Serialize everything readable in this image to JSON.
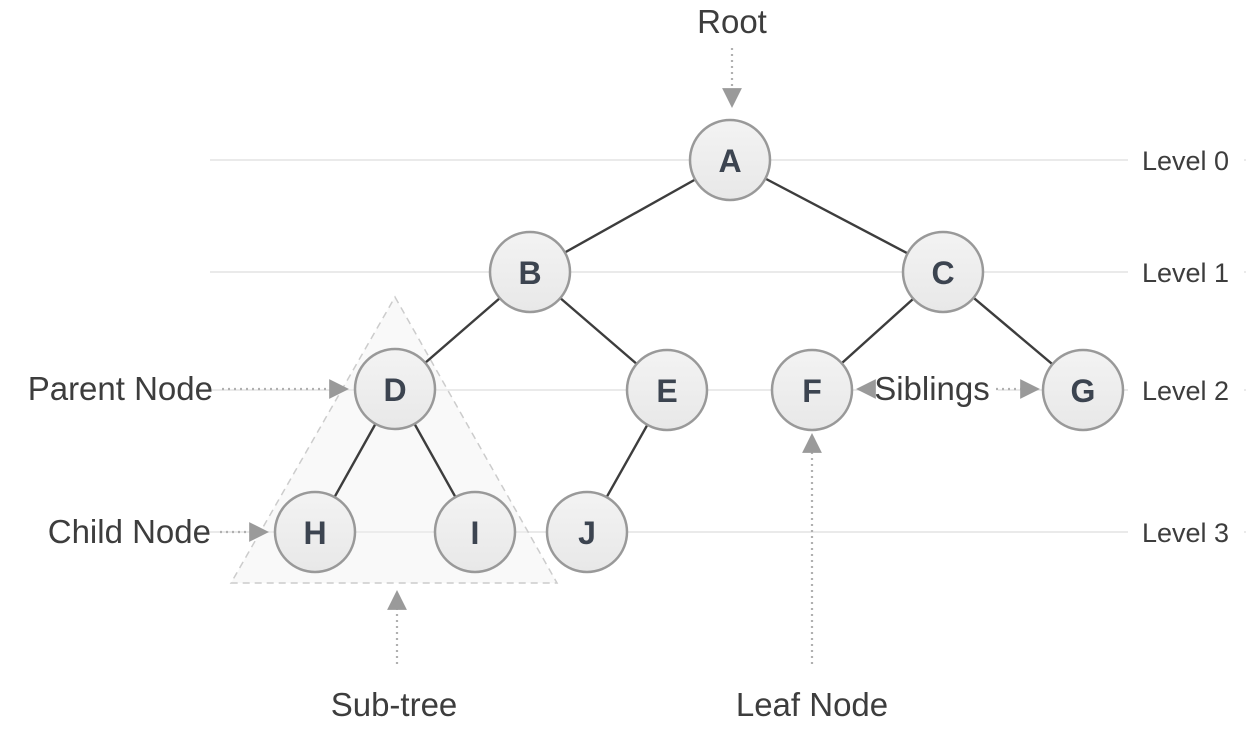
{
  "tree": {
    "nodes": [
      {
        "label": "A",
        "level": 0
      },
      {
        "label": "B",
        "level": 1
      },
      {
        "label": "C",
        "level": 1
      },
      {
        "label": "D",
        "level": 2
      },
      {
        "label": "E",
        "level": 2
      },
      {
        "label": "F",
        "level": 2
      },
      {
        "label": "G",
        "level": 2
      },
      {
        "label": "H",
        "level": 3
      },
      {
        "label": "I",
        "level": 3
      },
      {
        "label": "J",
        "level": 3
      }
    ],
    "edges": [
      [
        "A",
        "B"
      ],
      [
        "A",
        "C"
      ],
      [
        "B",
        "D"
      ],
      [
        "B",
        "E"
      ],
      [
        "C",
        "F"
      ],
      [
        "C",
        "G"
      ],
      [
        "D",
        "H"
      ],
      [
        "D",
        "I"
      ],
      [
        "E",
        "J"
      ]
    ],
    "levels": [
      {
        "label": "Level 0"
      },
      {
        "label": "Level 1"
      },
      {
        "label": "Level 2"
      },
      {
        "label": "Level 3"
      }
    ],
    "annotations": {
      "root": "Root",
      "parent_node": "Parent Node",
      "child_node": "Child Node",
      "subtree": "Sub-tree",
      "leaf_node": "Leaf Node",
      "siblings": "Siblings"
    },
    "colors": {
      "background": "#ffffff",
      "node_fill": "#efefef",
      "node_border": "#999999",
      "node_text": "#3c4450",
      "edge_line": "#3d3d3d",
      "label_text": "#3d3d3d",
      "dotted_arrow": "#b0b0b0",
      "arrowhead": "#9a9a9a",
      "level_line": "#e4e4e4",
      "subtree_triangle_border": "#cccccc",
      "subtree_triangle_fill": "#efefef"
    }
  }
}
